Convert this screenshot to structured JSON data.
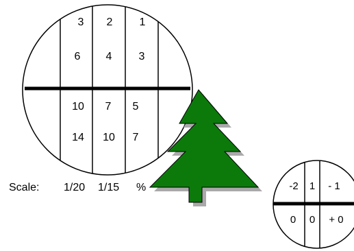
{
  "big_dial": {
    "top_rows": [
      [
        "3",
        "2",
        "1"
      ],
      [
        "6",
        "4",
        "3"
      ]
    ],
    "bottom_rows": [
      [
        "10",
        "7",
        "5"
      ],
      [
        "14",
        "10",
        "7"
      ]
    ]
  },
  "scale_row": {
    "label": "Scale:",
    "values": [
      "1/20",
      "1/15",
      "%"
    ]
  },
  "small_dial": {
    "top_row": [
      "-2",
      "1",
      "- 1"
    ],
    "bottom_row": [
      "0",
      "0",
      "+ 0"
    ]
  },
  "colors": {
    "tree_fill": "#0b7a0b",
    "tree_shadow": "#a9a9a9",
    "outline": "#000000"
  }
}
